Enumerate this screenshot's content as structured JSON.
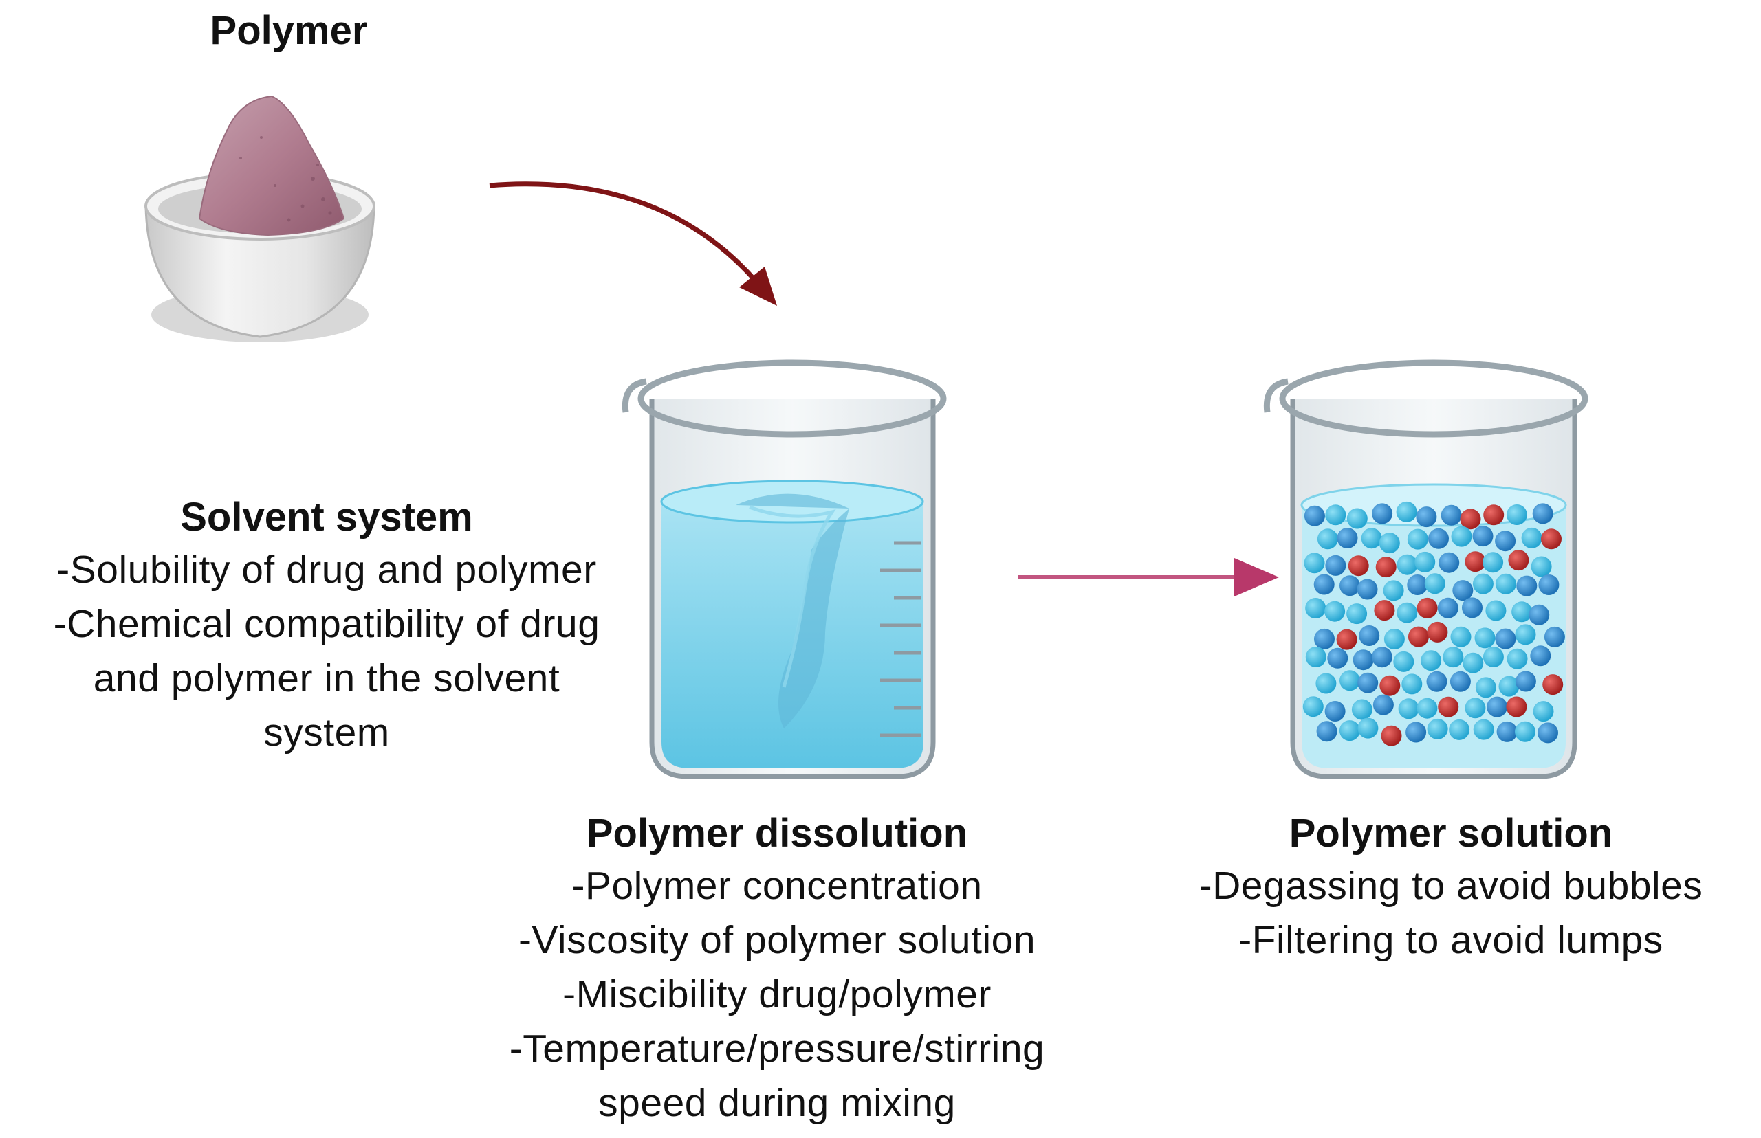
{
  "polymer": {
    "title": "Polymer"
  },
  "solvent_system": {
    "title": "Solvent system",
    "lines": [
      "-Solubility of drug and polymer",
      "-Chemical compatibility of drug",
      "and polymer in the solvent",
      "system"
    ]
  },
  "polymer_dissolution": {
    "title": "Polymer dissolution",
    "lines": [
      "-Polymer concentration",
      "-Viscosity of polymer solution",
      "-Miscibility drug/polymer",
      "-Temperature/pressure/stirring",
      "speed during mixing"
    ]
  },
  "polymer_solution": {
    "title": "Polymer solution",
    "lines": [
      "-Degassing to avoid bubbles",
      "-Filtering to avoid lumps"
    ]
  },
  "colors": {
    "powder": "#b07c8f",
    "bowl": "#e4e4e4",
    "liquid": "#7fd3ea",
    "particle_blue": "#2e8fd0",
    "particle_cyan": "#37b9e0",
    "particle_red": "#c0302f",
    "arrow_dark_red": "#7f1416",
    "arrow_pink": "#b8386a"
  }
}
